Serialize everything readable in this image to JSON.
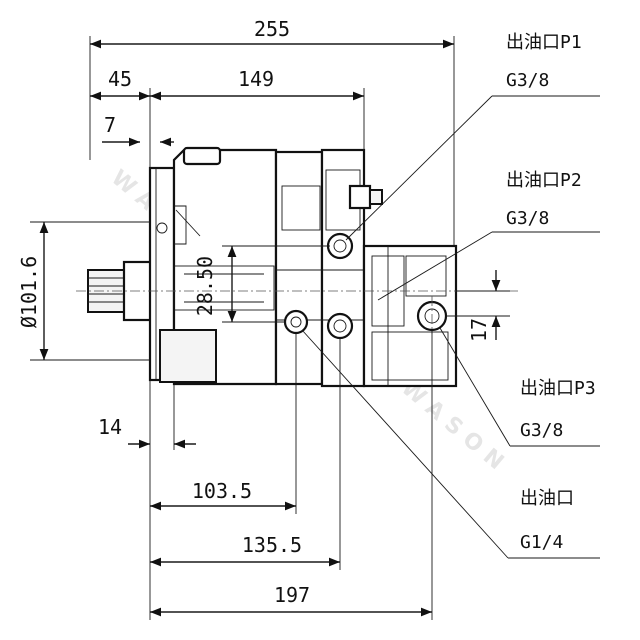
{
  "dimensions": {
    "overall_length": "255",
    "front_offset": "45",
    "housing_length": "149",
    "shaft_step": "7",
    "diameter": "Ø101.6",
    "port_spacing": "28.50",
    "port_height": "17",
    "flange_thickness": "14",
    "length_to_port_1": "103.5",
    "length_to_port_2": "135.5",
    "length_to_rear": "197"
  },
  "callouts": [
    {
      "name": "出油口P1",
      "thread": "G3/8"
    },
    {
      "name": "出油口P2",
      "thread": "G3/8"
    },
    {
      "name": "出油口P3",
      "thread": "G3/8"
    },
    {
      "name": "出油口",
      "thread": "G1/4"
    }
  ],
  "watermark": "WASON"
}
